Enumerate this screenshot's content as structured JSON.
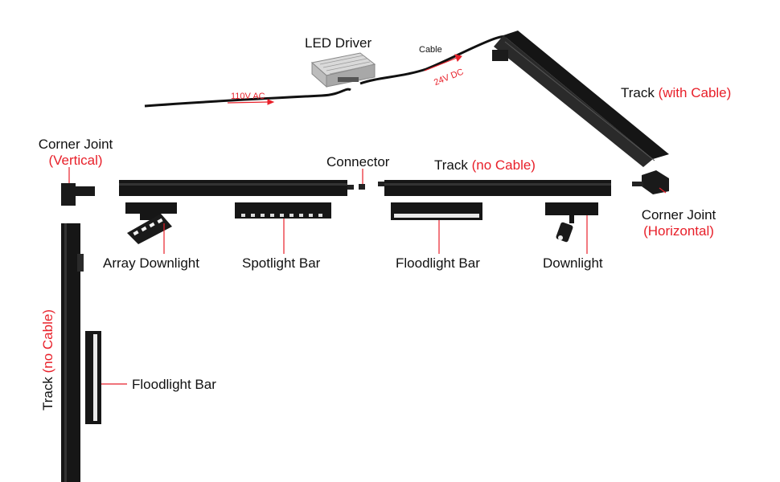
{
  "labels": {
    "led_driver": "LED Driver",
    "cable": "Cable",
    "ac_input": "110V AC",
    "dc_output": "24V DC",
    "track_with_cable_a": "Track ",
    "track_with_cable_b": "(with Cable)",
    "corner_vertical_a": "Corner Joint",
    "corner_vertical_b": "(Vertical)",
    "connector": "Connector",
    "track_no_cable_a": "Track ",
    "track_no_cable_b": "(no Cable)",
    "corner_horizontal_a": "Corner Joint",
    "corner_horizontal_b": "(Horizontal)",
    "array_downlight": "Array Downlight",
    "spotlight_bar": "Spotlight Bar",
    "floodlight_bar_top": "Floodlight Bar",
    "downlight": "Downlight",
    "track_vertical_a": "Track ",
    "track_vertical_b": "(no Cable)",
    "floodlight_bar_side": "Floodlight Bar"
  },
  "colors": {
    "accent": "#e8202a",
    "product": "#141414",
    "pointer": "#e8202a"
  }
}
